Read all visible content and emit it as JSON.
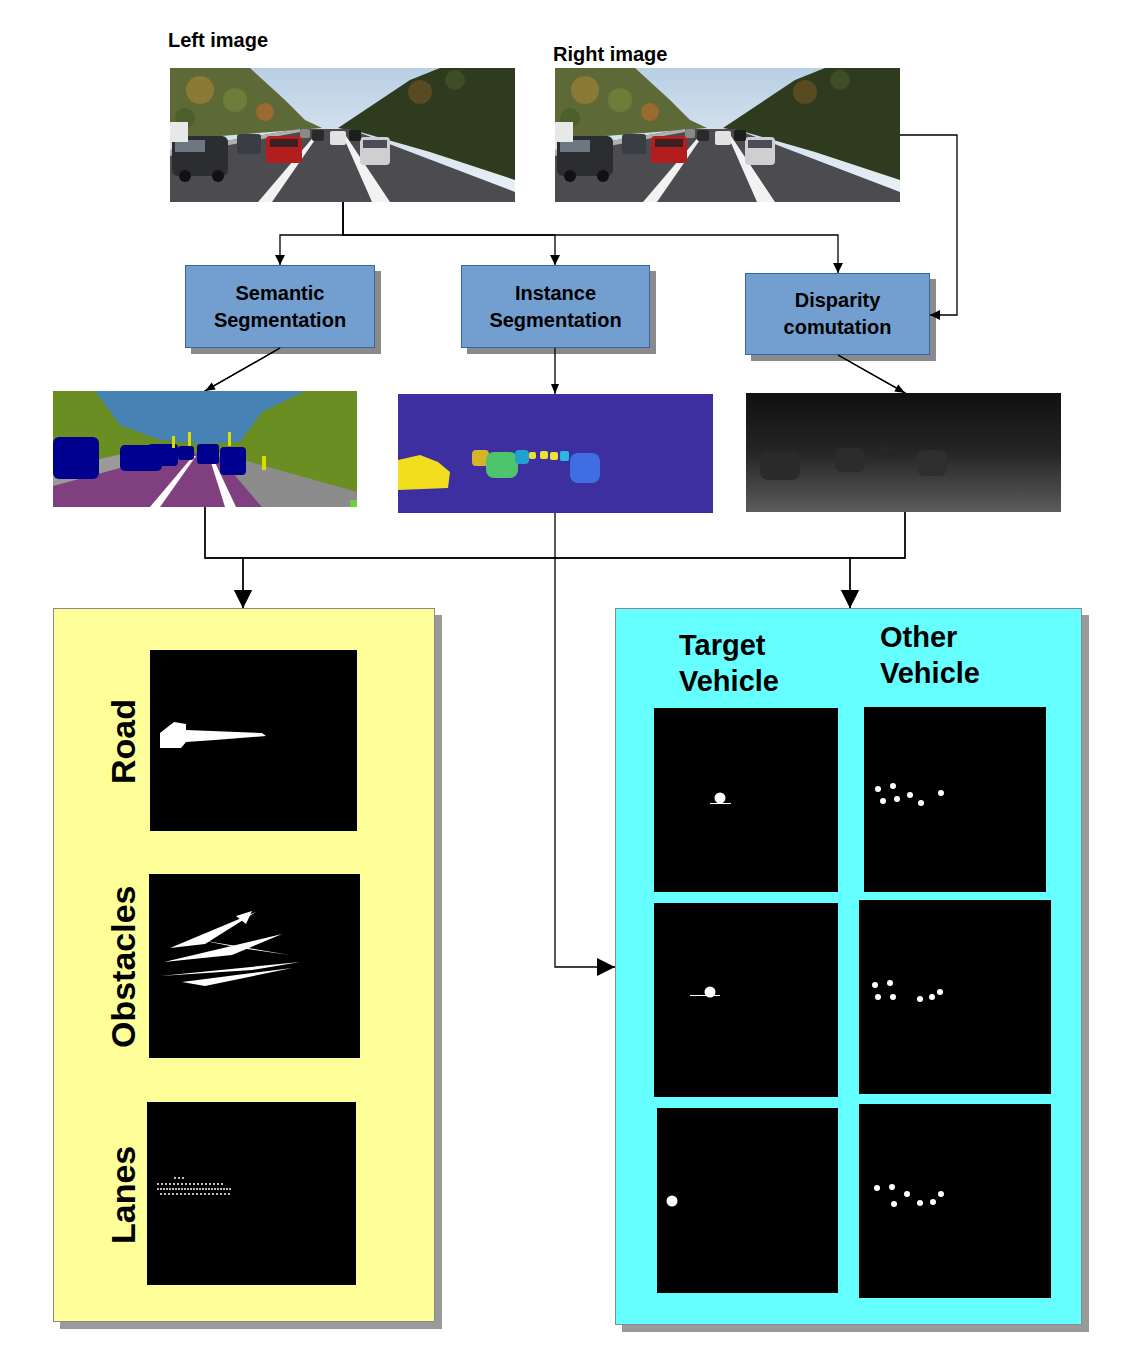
{
  "diagram": {
    "nodes": [
      {
        "text": [
          "Left image"
        ]
      },
      {
        "text": [
          "Right image"
        ]
      },
      {
        "text": [
          "Semantic Segmentation"
        ]
      },
      {
        "text": [
          "Instance Segmentation"
        ]
      },
      {
        "text": [
          "Disparity comutation"
        ]
      },
      {
        "text": []
      },
      {
        "text": [
          "Road"
        ],
        "in": 5
      },
      {
        "text": [
          "Obstacles"
        ],
        "in": 5
      },
      {
        "text": [
          "Lanes"
        ],
        "in": 5
      },
      {
        "text": [
          "Target Vehicle",
          "Other Vehicle"
        ]
      }
    ],
    "edges": [
      {
        "from": 0,
        "to": 2,
        "arrow": "to"
      },
      {
        "from": 0,
        "to": 3,
        "arrow": "to"
      },
      {
        "from": 0,
        "to": 4,
        "arrow": "to"
      },
      {
        "from": 1,
        "to": 4,
        "arrow": "to"
      },
      {
        "from": 2,
        "to": 5,
        "arrow": "to"
      },
      {
        "from": 2,
        "to": 9,
        "arrow": "to"
      },
      {
        "from": 4,
        "to": 5,
        "arrow": "to"
      },
      {
        "from": 4,
        "to": 9,
        "arrow": "to"
      },
      {
        "from": 3,
        "to": 9,
        "arrow": "to"
      }
    ]
  }
}
